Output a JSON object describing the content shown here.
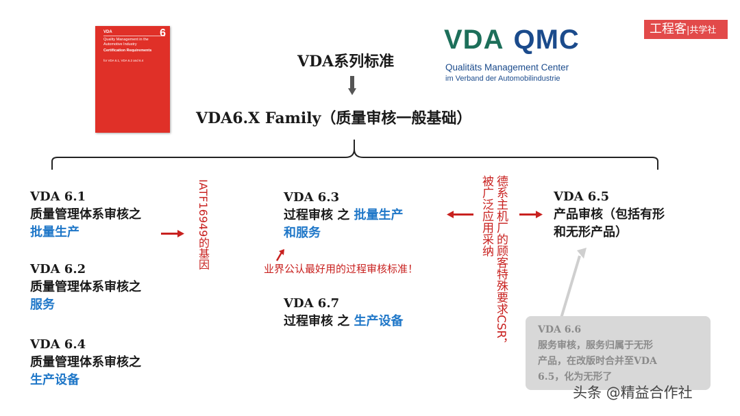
{
  "book": {
    "logo": "VDA",
    "number": "6",
    "title_line": "Quality Management in the Automotive Industry",
    "sub_line": "Certification Requirements",
    "small_line": "for VDA 6.1, VDA 6.2 and 6.4"
  },
  "logo": {
    "vda": "VDA",
    "qmc": "QMC",
    "line1": "Qualitäts Management Center",
    "line2": "im Verband der Automobilindustrie"
  },
  "watermark_top": {
    "brand": "工程客",
    "sep": "|",
    "tag": "共学社"
  },
  "title": "VDA系列标准",
  "family": "VDA6.X Family（质量审核一般基础）",
  "left_blocks": [
    {
      "code": "VDA 6.1",
      "desc": "质量管理体系审核之",
      "highlight": "批量生产"
    },
    {
      "code": "VDA 6.2",
      "desc": "质量管理体系审核之",
      "highlight": "服务"
    },
    {
      "code": "VDA 6.4",
      "desc": "质量管理体系审核之",
      "highlight": "生产设备"
    }
  ],
  "iatf_note": "IATF16949的基因",
  "mid_blocks": [
    {
      "code": "VDA 6.3",
      "desc": "过程审核 之 ",
      "highlight1": "批量生产",
      "highlight2": "和服务"
    },
    {
      "code": "VDA 6.7",
      "desc": "过程审核 之 ",
      "highlight1": "生产设备"
    }
  ],
  "best_note": "业界公认最好用的过程审核标准！",
  "oem_note_1": "德系主机厂的顾客特殊要求CSR，",
  "oem_note_2": "被广泛应用采纳",
  "right_block": {
    "code": "VDA 6.5",
    "line1": "产品审核（包括有形",
    "line2": "和无形产品）"
  },
  "gray_note": {
    "code": "VDA 6.6",
    "line1": "服务审核，服务归属于无形",
    "line2": "产品，在改版时合并至VDA",
    "line3": "6.5，化为无形了"
  },
  "watermark_bottom": "头条 @精益合作社",
  "colors": {
    "red": "#c8211f",
    "blue": "#1f77c8",
    "gray_box": "#d8d8d8"
  }
}
